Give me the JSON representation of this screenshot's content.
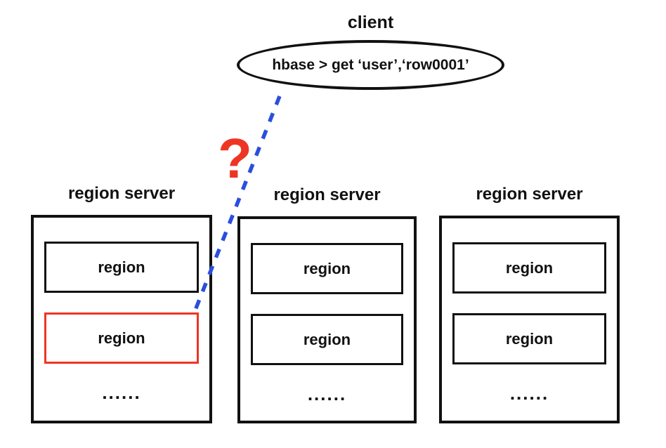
{
  "client": {
    "label": "client",
    "command": "hbase > get ‘user’,‘row0001’"
  },
  "question_mark": "?",
  "servers": [
    {
      "label": "region server",
      "regions": [
        "region",
        "region"
      ],
      "ellipsis": "......",
      "highlighted_region_index": 1
    },
    {
      "label": "region server",
      "regions": [
        "region",
        "region"
      ],
      "ellipsis": "......"
    },
    {
      "label": "region server",
      "regions": [
        "region",
        "region"
      ],
      "ellipsis": "......"
    }
  ],
  "colors": {
    "connector_blue": "#2b4fdb",
    "highlight_red": "#ee3524",
    "line_black": "#111111"
  }
}
